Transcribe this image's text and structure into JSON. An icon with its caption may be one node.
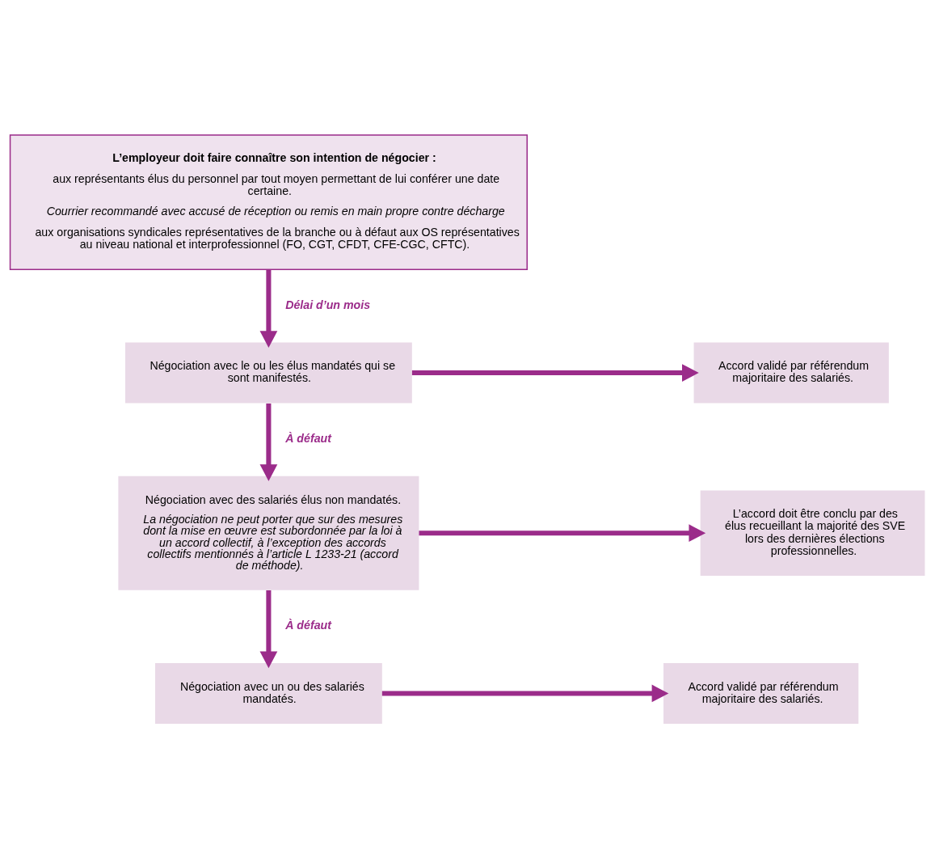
{
  "diagram": {
    "nodes": [
      {
        "text": [
          "L’employeur doit faire connaître son intention de négocier :",
          "aux représentants élus du personnel par tout moyen permettant de lui conférer une date certaine.",
          "Courrier recommandé avec accusé de réception ou remis en main propre contre décharge",
          "aux organisations syndicales représentatives de la branche ou à défaut aux OS représentatives au niveau national et interprofessionnel (FO, CGT, CFDT, CFE-CGC, CFTC)."
        ]
      },
      {
        "text": [
          "Négociation avec le ou les élus mandatés qui se sont manifestés."
        ]
      },
      {
        "text": [
          "Accord validé par référendum majoritaire des salariés."
        ]
      },
      {
        "text": [
          "Négociation avec des salariés élus non mandatés.",
          "La négociation ne peut porter que sur des mesures dont la mise en œuvre est subordonnée par la loi à un accord collectif, à l’exception des accords collectifs mentionnés à l’article L 1233-21 (accord de méthode)."
        ]
      },
      {
        "text": [
          "L’accord doit être conclu par des élus recueillant la majorité des SVE lors des dernières élections professionnelles."
        ]
      },
      {
        "text": [
          "Négociation avec un ou des salariés mandatés."
        ]
      },
      {
        "text": [
          "Accord validé par référendum majoritaire des salariés."
        ]
      }
    ],
    "edges": [
      {
        "from": 0,
        "to": 1,
        "arrow": "to",
        "label": "Délai d’un mois"
      },
      {
        "from": 1,
        "to": 2,
        "arrow": "to"
      },
      {
        "from": 1,
        "to": 3,
        "arrow": "to",
        "label": "À défaut"
      },
      {
        "from": 3,
        "to": 4,
        "arrow": "to"
      },
      {
        "from": 3,
        "to": 5,
        "arrow": "to",
        "label": "À défaut"
      },
      {
        "from": 5,
        "to": 6,
        "arrow": "to"
      }
    ]
  }
}
